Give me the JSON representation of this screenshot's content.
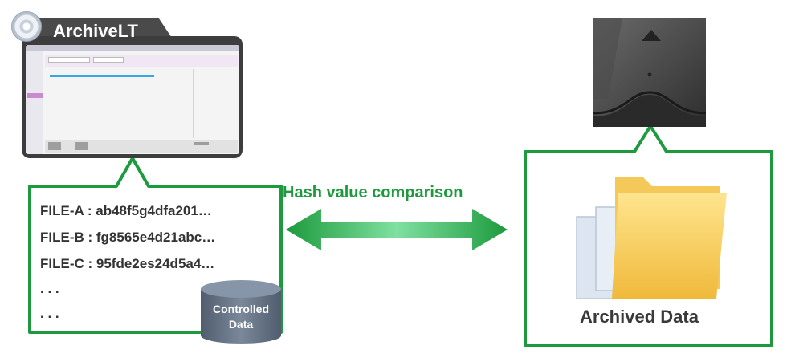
{
  "app": {
    "title": "ArchiveLT"
  },
  "controlled": {
    "rows": [
      "FILE-A : ab48f5g4dfa201…",
      "FILE-B : fg8565e4d21abc…",
      "FILE-C : 95fde2es24d5a4…",
      ". . .",
      ". . ."
    ],
    "db_label": "Controlled\nData"
  },
  "comparison": {
    "label": "Hash value comparison"
  },
  "archive": {
    "label": "Archived Data"
  },
  "colors": {
    "accent_green": "#1d9a3d",
    "arrow_light": "#6fd38f",
    "database": "#5f6e80",
    "folder": "#f2c24e",
    "paper": "#dfe8f2"
  },
  "icons": [
    "cd-icon",
    "archive-window",
    "database-icon",
    "tape-cartridge-icon",
    "folder-icon",
    "documents-icon",
    "double-arrow-icon"
  ]
}
